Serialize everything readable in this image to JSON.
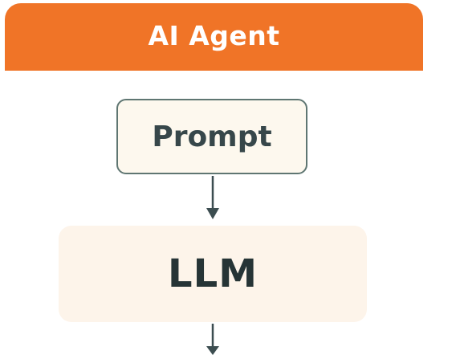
{
  "header": {
    "title": "AI Agent",
    "color": "#f07427"
  },
  "nodes": {
    "prompt": {
      "label": "Prompt"
    },
    "llm": {
      "label": "LLM"
    }
  },
  "edges": [
    {
      "from": "prompt",
      "to": "llm"
    },
    {
      "from": "llm",
      "to": "next-step"
    }
  ],
  "colors": {
    "arrow": "#3c4d50",
    "node_border": "#5f7672",
    "node_fill": "#fdf8ee"
  }
}
